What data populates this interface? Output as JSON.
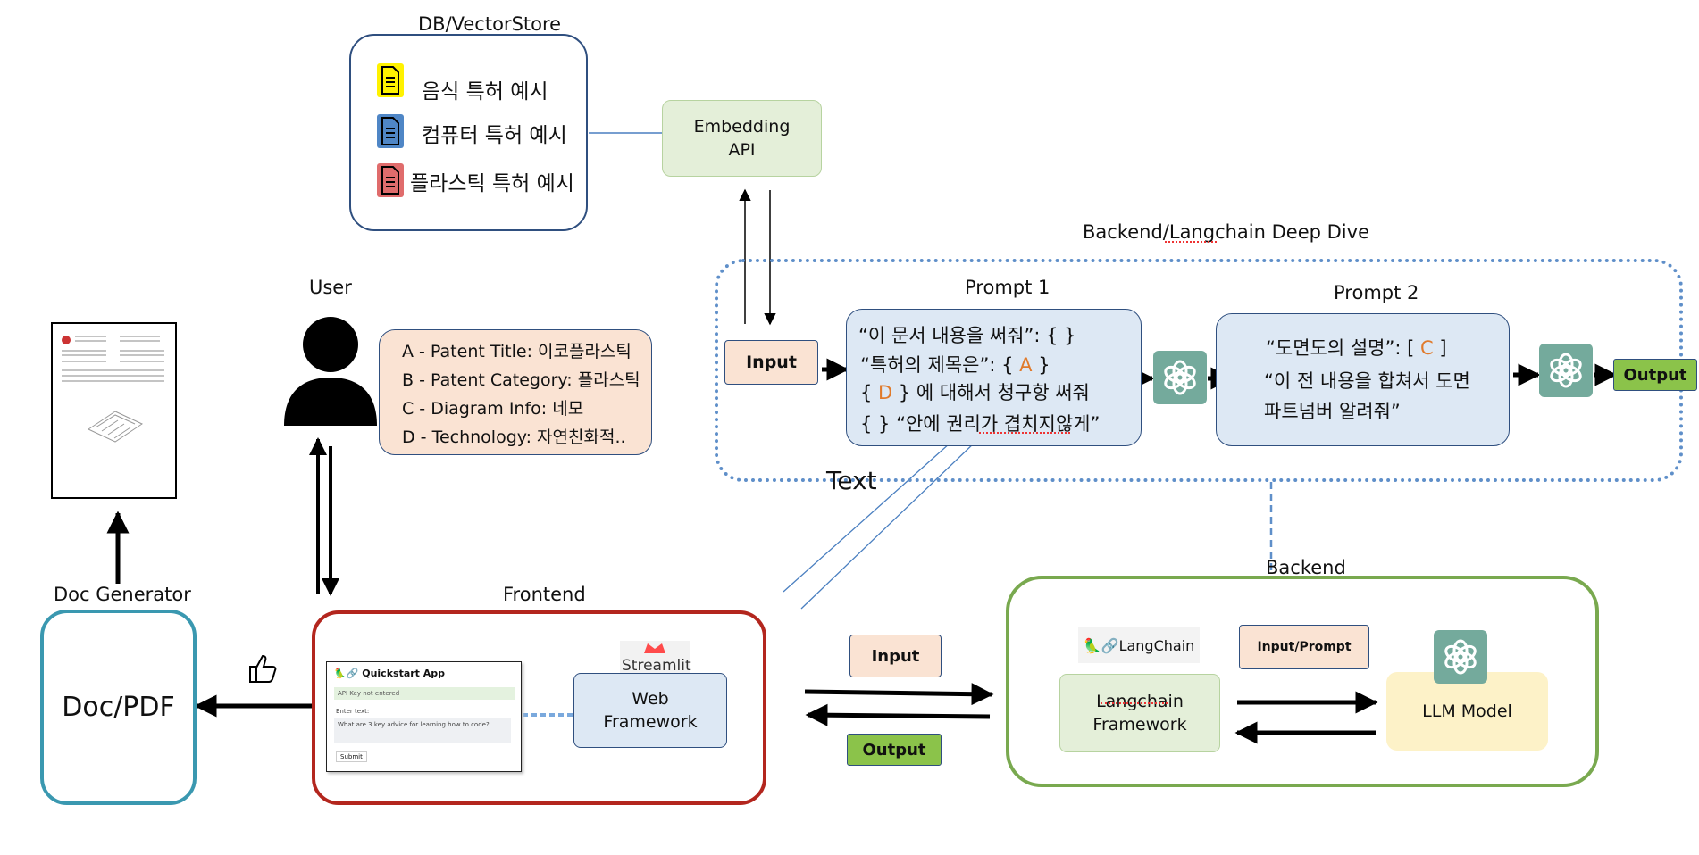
{
  "db": {
    "title": "DB/VectorStore",
    "items": [
      "음식 특허 예시",
      "컴퓨터 특허 예시",
      "플라스틱 특허 예시"
    ]
  },
  "embedding": {
    "line1": "Embedding",
    "line2": "API"
  },
  "deep_dive": {
    "title": "Backend/Langchain Deep Dive"
  },
  "user": {
    "title": "User"
  },
  "user_info": [
    "A - Patent Title: 이코플라스틱",
    "B - Patent Category: 플라스틱",
    "C - Diagram Info:  네모",
    "D - Technology: 자연친화적.."
  ],
  "input_label": "Input",
  "output_label": "Output",
  "prompt1": {
    "title": "Prompt 1",
    "line1": "“이 문서 내용을 써줘”: {    }",
    "line2a": " “특허의 제목은”: { ",
    "line2b": "A",
    "line2c": " }",
    "line3a": "{ ",
    "line3b": "D",
    "line3c": " } 에 대해서 청구항 써줘",
    "line4": "{     } “안에 권리가 겹치지않게”"
  },
  "prompt2": {
    "title": "Prompt 2",
    "line1a": "“도면도의 설명”: [ ",
    "line1b": "C",
    "line1c": " ]",
    "line2": "“이 전 내용을 합쳐서 도면",
    "line3": "파트넘버 알려줘”"
  },
  "text_label": "Text",
  "doc_generator": {
    "title": "Doc Generator",
    "box": "Doc/PDF"
  },
  "frontend": {
    "title": "Frontend",
    "app_title": "Quickstart App",
    "app_warning": "API Key not entered",
    "app_field": "Enter text:",
    "app_placeholder": "What are 3 key advice for learning how to code?",
    "app_submit": "Submit",
    "streamlit": "Streamlit",
    "web1": "Web",
    "web2": "Framework"
  },
  "backend": {
    "title": "Backend",
    "langchain_logo": "LangChain",
    "framework1": "Langchain",
    "framework2": "Framework",
    "input_prompt": "Input/Prompt",
    "llm": "LLM Model"
  },
  "colors": {
    "db_border": "#2f4f7f",
    "embed_fill": "#e4efd9",
    "embed_border": "#b7d3a0",
    "deep_dive_border": "#5f8fc9",
    "prompt_fill": "#dde8f4",
    "prompt_border": "#2f4f7f",
    "peach": "#fae3d3",
    "output_green": "#8bc34a",
    "frontend_border": "#b3261e",
    "docpdf_border": "#3a98b0",
    "backend_border": "#79a94f",
    "llm_fill": "#fdf2c8",
    "gpt_teal": "#74aa9c",
    "orange_text": "#e07a2b"
  }
}
